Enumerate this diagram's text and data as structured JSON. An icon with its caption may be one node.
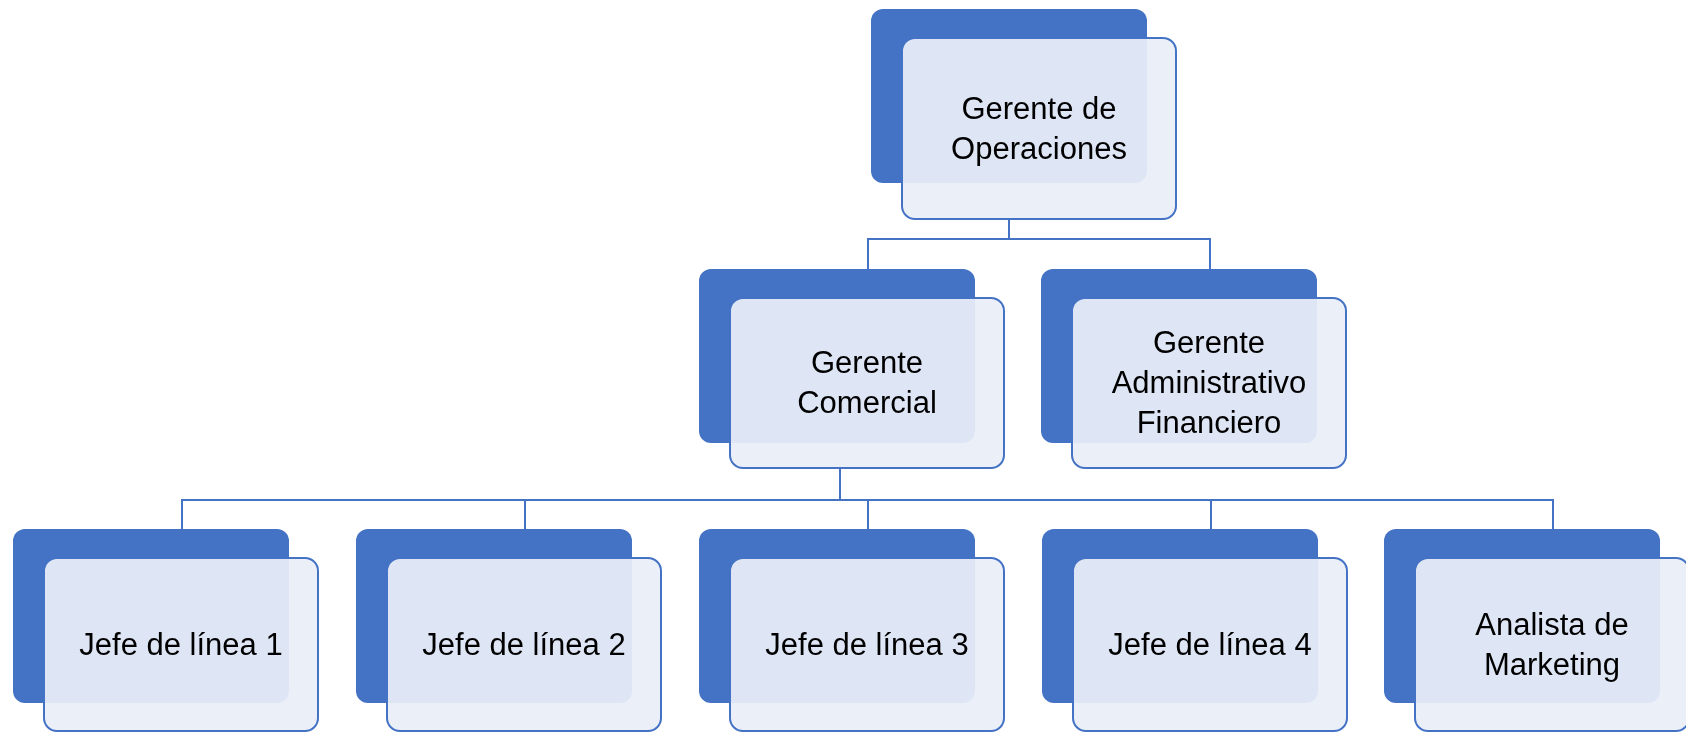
{
  "diagram": {
    "nodes": [
      {
        "text": [
          "Gerente de Operaciones"
        ]
      },
      {
        "text": [
          "Gerente Comercial"
        ]
      },
      {
        "text": [
          "Gerente Administrativo Financiero"
        ]
      },
      {
        "text": [
          "Jefe de línea 1"
        ]
      },
      {
        "text": [
          "Jefe de línea 2"
        ]
      },
      {
        "text": [
          "Jefe de línea 3"
        ]
      },
      {
        "text": [
          "Jefe de línea 4"
        ]
      },
      {
        "text": [
          "Analista de Marketing"
        ]
      }
    ],
    "edges": [
      {
        "from": 0,
        "to": 1,
        "arrow": "none"
      },
      {
        "from": 0,
        "to": 2,
        "arrow": "none"
      },
      {
        "from": 1,
        "to": 3,
        "arrow": "none"
      },
      {
        "from": 1,
        "to": 4,
        "arrow": "none"
      },
      {
        "from": 1,
        "to": 5,
        "arrow": "none"
      },
      {
        "from": 1,
        "to": 6,
        "arrow": "none"
      },
      {
        "from": 1,
        "to": 7,
        "arrow": "none"
      }
    ]
  }
}
